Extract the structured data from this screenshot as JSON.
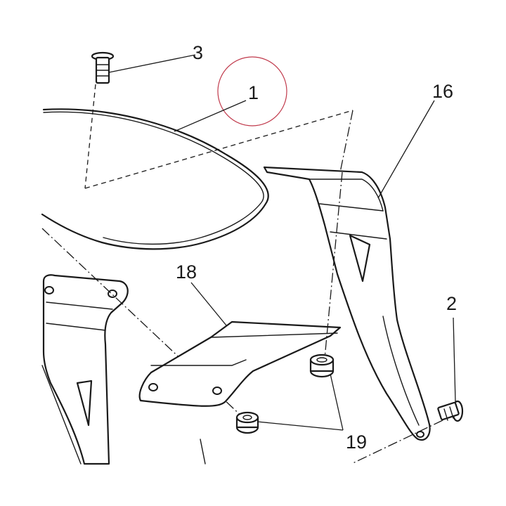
{
  "callouts": [
    {
      "id": "3",
      "label": "3"
    },
    {
      "id": "1",
      "label": "1"
    },
    {
      "id": "16",
      "label": "16"
    },
    {
      "id": "18",
      "label": "18"
    },
    {
      "id": "2",
      "label": "2"
    },
    {
      "id": "19",
      "label": "19"
    }
  ],
  "colors": {
    "line": "#1a1a1a",
    "background": "#ffffff",
    "highlight_circle": "#c0394b"
  }
}
